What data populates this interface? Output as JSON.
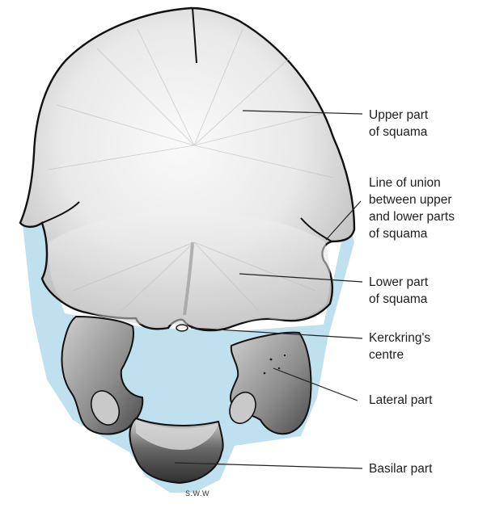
{
  "labels": {
    "upper_squama": [
      "Upper part",
      "of squama"
    ],
    "line_of_union": [
      "Line of union",
      "between upper",
      "and lower parts",
      "of squama"
    ],
    "lower_squama": [
      "Lower part",
      "of squama"
    ],
    "kerckring": [
      "Kerckring's",
      "centre"
    ],
    "lateral_part": "Lateral part",
    "basilar_part": "Basilar part"
  },
  "signature": "S.W.W",
  "colors": {
    "cartilage": "#bfe0ee",
    "bone_light": "#f3f3f3",
    "bone_mid": "#d4d4d4",
    "bone_dark": "#3d3d3d",
    "outline": "#111111",
    "leader": "#222222"
  }
}
